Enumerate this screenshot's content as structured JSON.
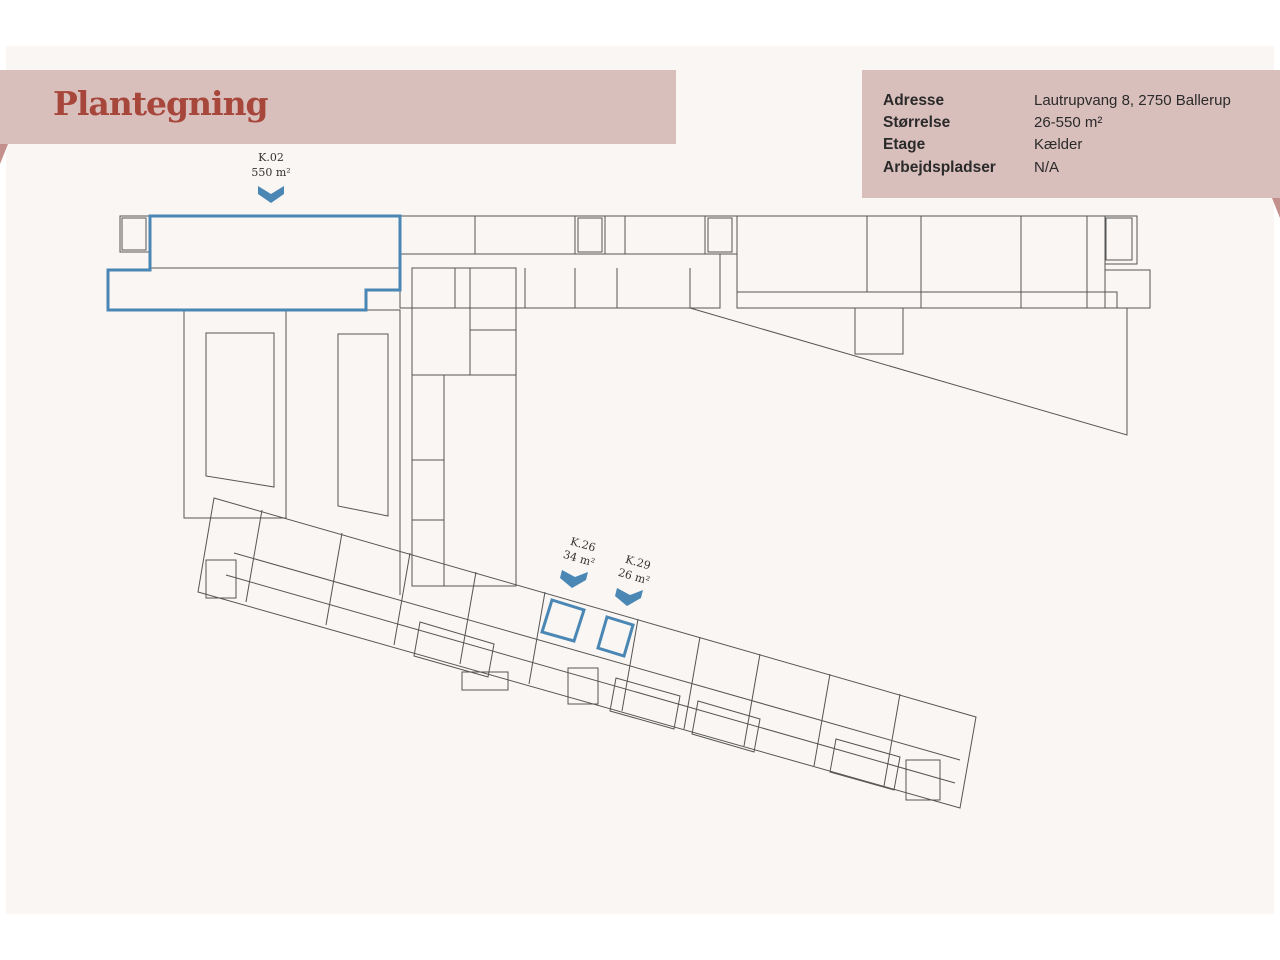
{
  "title": "Plantegning",
  "info": [
    {
      "label": "Adresse",
      "value": "Lautrupvang 8, 2750 Ballerup"
    },
    {
      "label": "Størrelse",
      "value": "26-550 m²"
    },
    {
      "label": "Etage",
      "value": "Kælder"
    },
    {
      "label": "Arbejdspladser",
      "value": "N/A"
    }
  ],
  "units": [
    {
      "id": "K.02",
      "area": "550 m²"
    },
    {
      "id": "K.26",
      "area": "34 m²"
    },
    {
      "id": "K.29",
      "area": "26 m²"
    }
  ],
  "colors": {
    "title_band": "#d9bfbc",
    "title_text": "#a7463a",
    "highlight": "#4a87b4",
    "wall": "#555555",
    "background": "#f9f6f3"
  }
}
